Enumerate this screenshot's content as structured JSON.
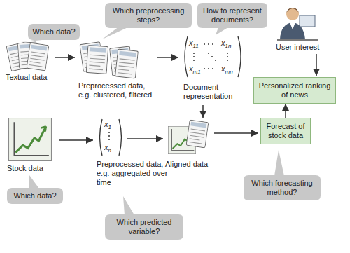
{
  "diagram": {
    "nodes": [
      {
        "text": [
          "Which data?"
        ]
      },
      {
        "text": [
          "Which preprocessing steps?"
        ]
      },
      {
        "text": [
          "How to represent documents?"
        ]
      },
      {
        "text": [
          "Personalized ranking of news"
        ]
      },
      {
        "text": [
          "Forecast of stock data"
        ]
      },
      {
        "text": [
          "Which forecasting method?"
        ]
      },
      {
        "text": [
          "Which data?"
        ]
      },
      {
        "text": [
          "Which predicted variable?"
        ]
      }
    ],
    "edges": [
      {
        "from": 4,
        "to": 3,
        "arrow": "to"
      }
    ],
    "labels": [
      "Textual data",
      "Preprocessed data, e.g. clustered, filtered",
      "x11",
      "x1n",
      "xm1",
      "xmn",
      "Document representation",
      "User interest",
      "Stock data",
      "x1",
      "xn",
      "Preprocessed data, e.g. aggregated over time",
      "Aligned data"
    ]
  }
}
